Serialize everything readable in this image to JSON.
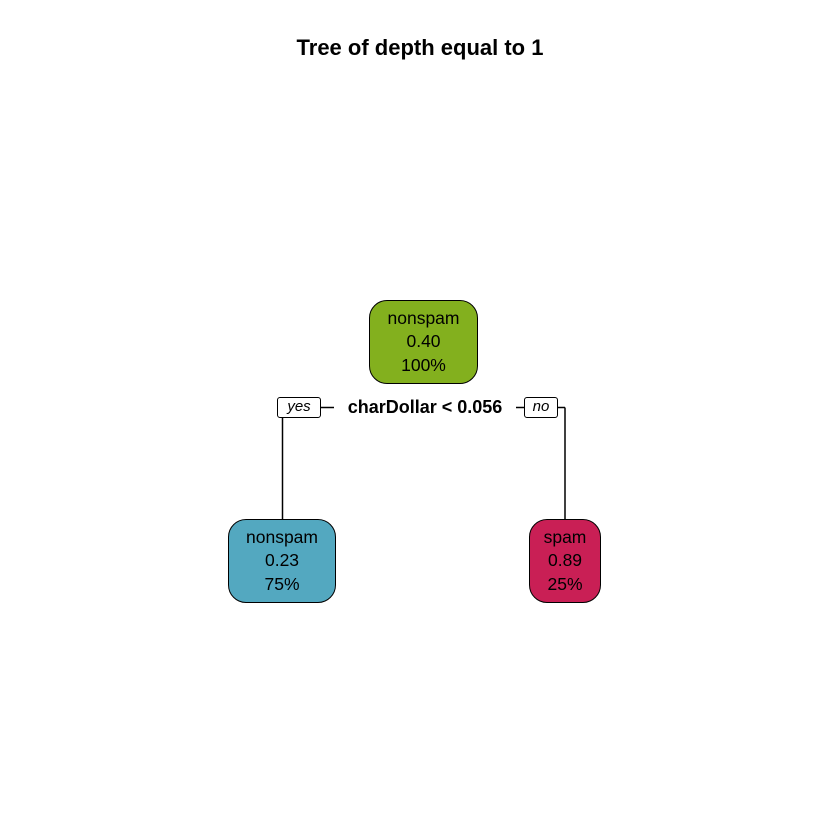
{
  "title": "Tree of depth equal to 1",
  "tree": {
    "root": {
      "class": "nonspam",
      "probability": "0.40",
      "percent": "100%",
      "color": "#83b01e"
    },
    "split": {
      "label": "charDollar < 0.056",
      "yes_label": "yes",
      "no_label": "no"
    },
    "left_leaf": {
      "class": "nonspam",
      "probability": "0.23",
      "percent": "75%",
      "color": "#53a8c0"
    },
    "right_leaf": {
      "class": "spam",
      "probability": "0.89",
      "percent": "25%",
      "color": "#c91f55"
    }
  }
}
